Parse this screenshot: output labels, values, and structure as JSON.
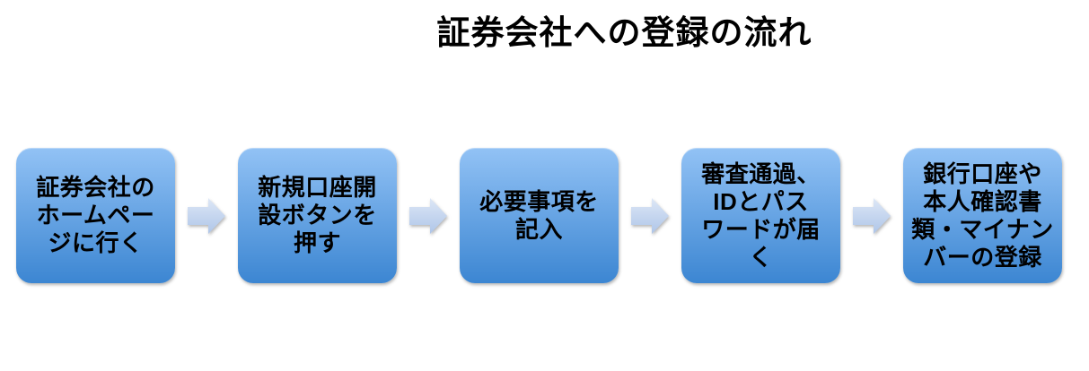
{
  "title": "証券会社への登録の流れ",
  "flow": {
    "arrow_icon": "right-block-arrow",
    "steps": [
      {
        "label": [
          "証券会社の",
          "ホームペー",
          "ジに行く"
        ]
      },
      {
        "label": [
          "新規口座開",
          "設ボタンを",
          "押す"
        ]
      },
      {
        "label": [
          "必要事項を",
          "記入"
        ]
      },
      {
        "label": [
          "審査通過、",
          "IDとパス",
          "ワードが届",
          "く"
        ]
      },
      {
        "label": [
          "銀行口座や",
          "本人確認書",
          "類・マイナン",
          "バーの登録"
        ]
      }
    ]
  },
  "colors": {
    "background": "#ffffff",
    "box-top": "#92c2f5",
    "box-bottom": "#3c86d2",
    "arrow-top": "#dde7f6",
    "arrow-bottom": "#aec5e8",
    "text": "#000000"
  }
}
